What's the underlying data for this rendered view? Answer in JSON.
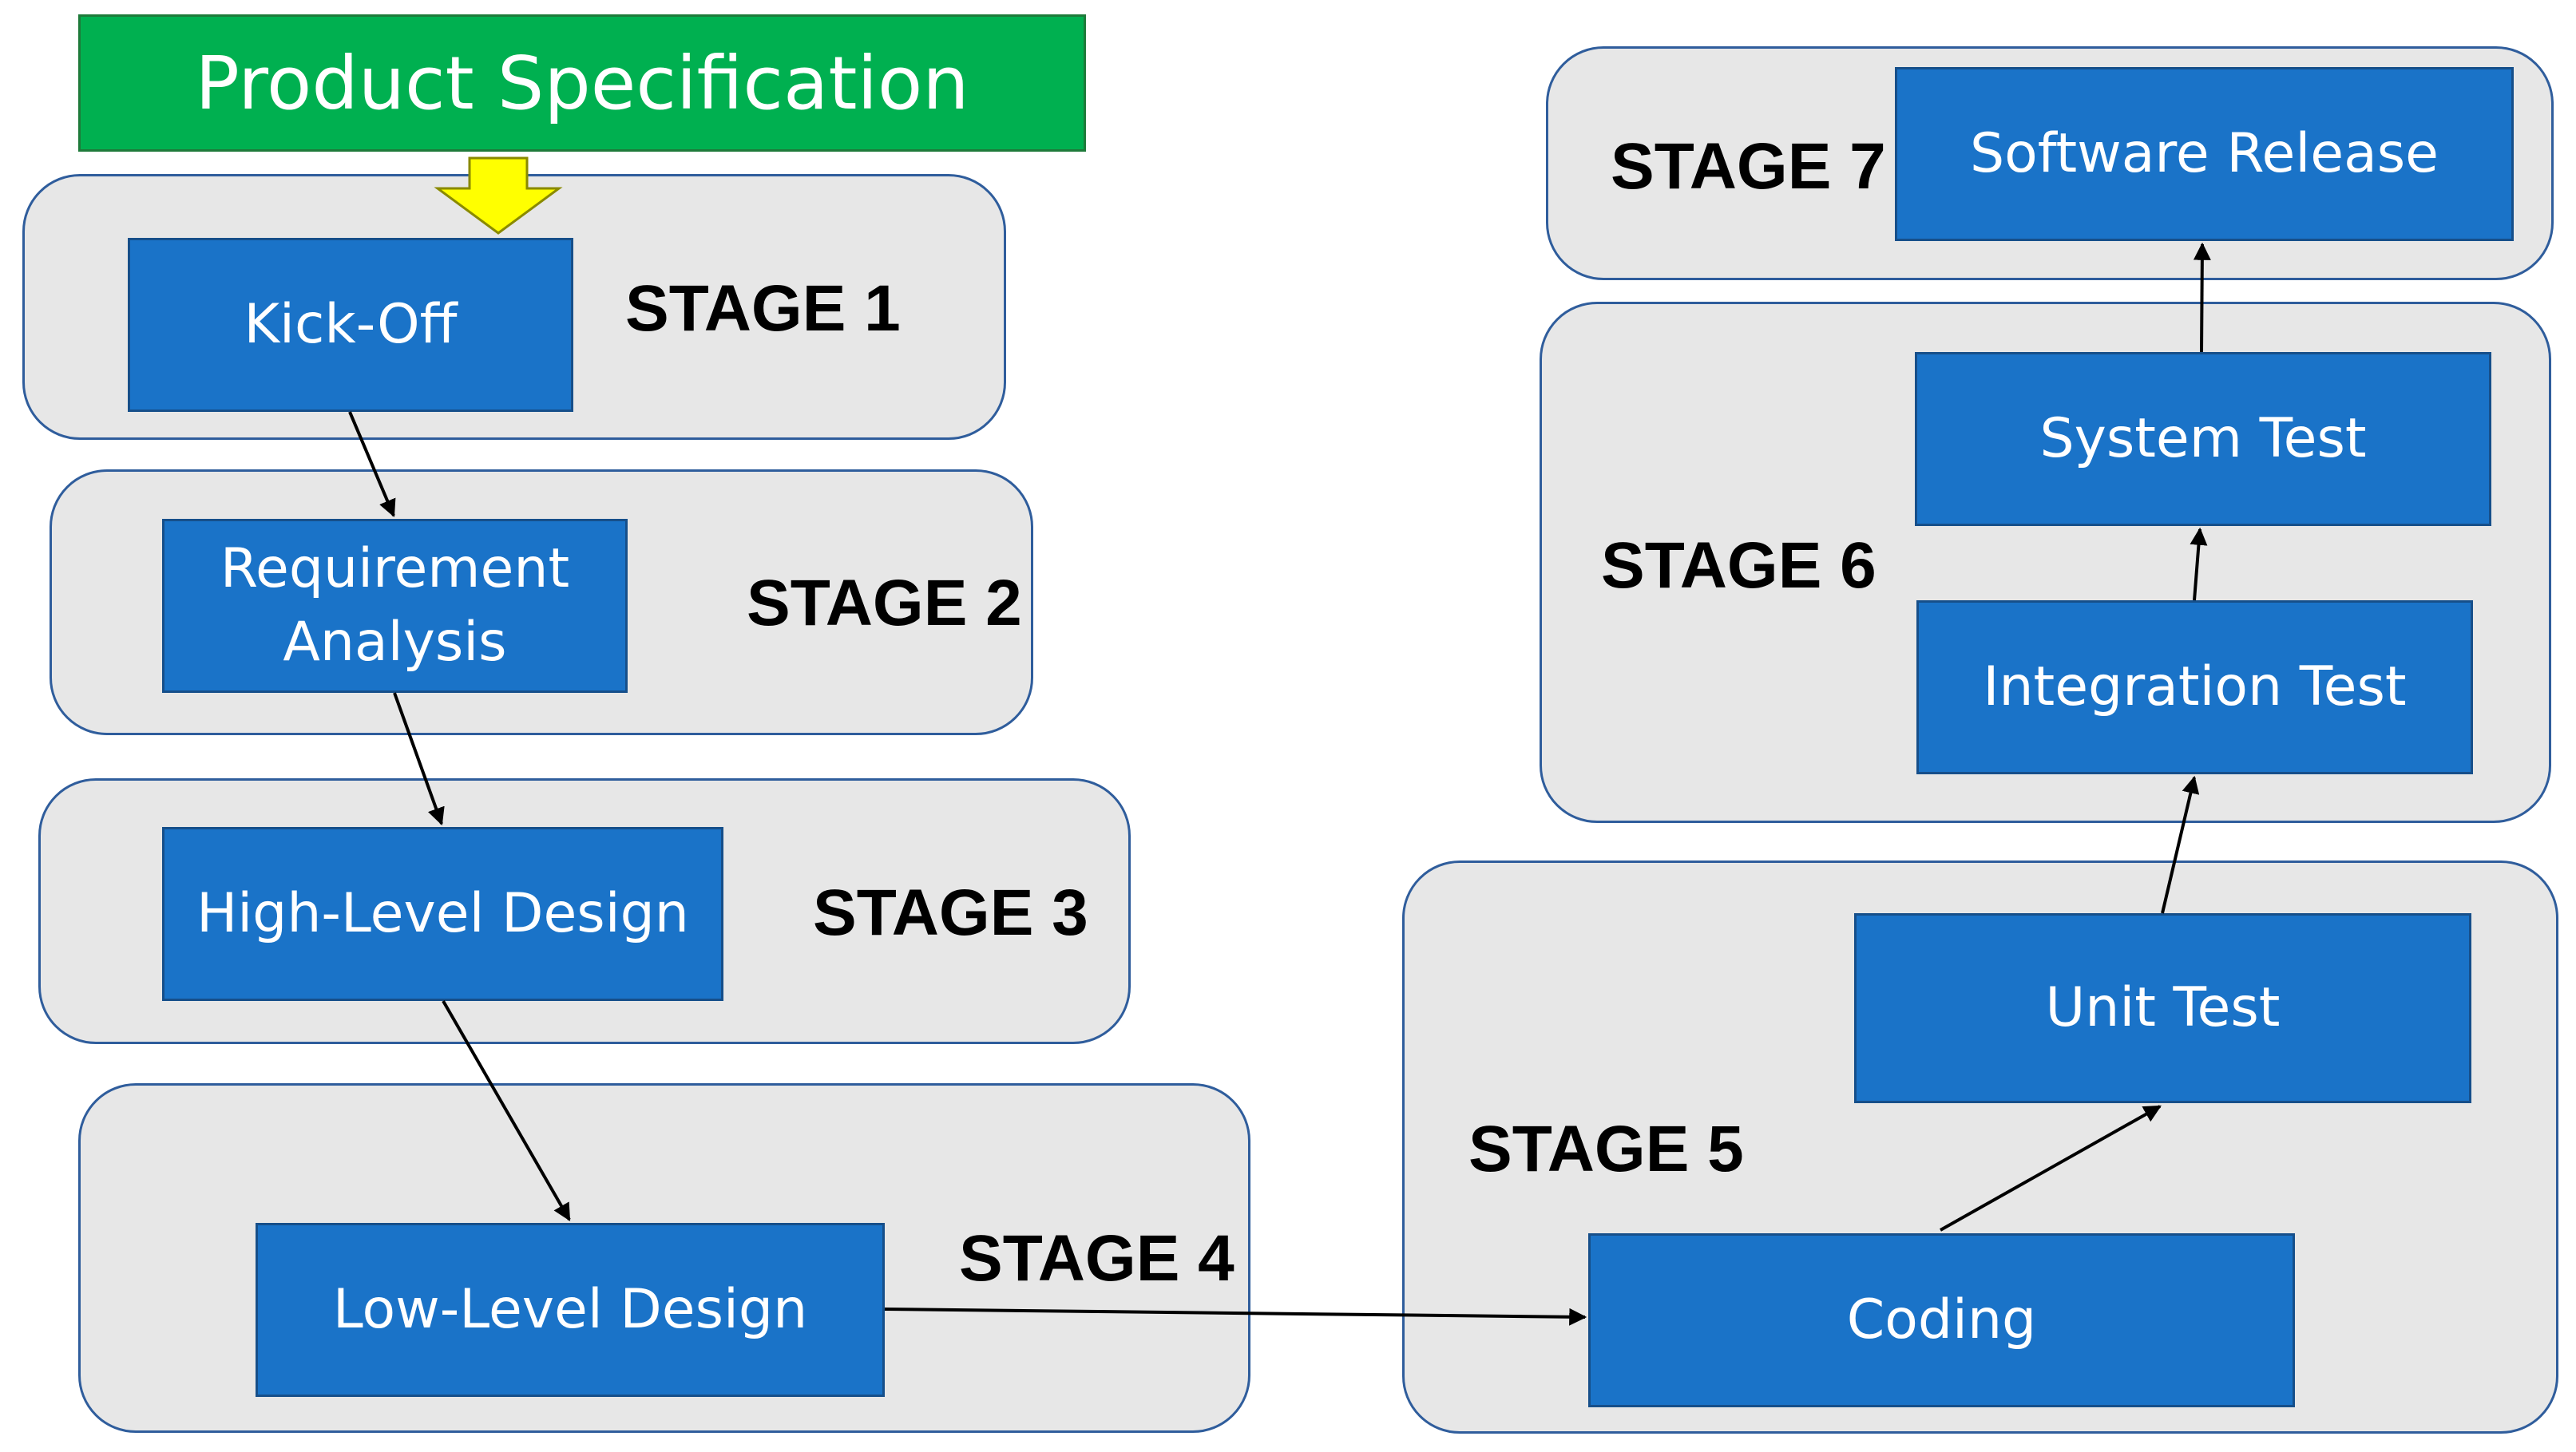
{
  "colors": {
    "spec_fill": "#00b050",
    "step_fill": "#1a73c8",
    "group_fill": "#e7e7e7",
    "group_border": "#2f5d9c",
    "input_arrow": "#ffff00"
  },
  "spec": {
    "label": "Product Specification"
  },
  "stages": [
    {
      "id": 1,
      "label": "STAGE 1",
      "steps": [
        "Kick-Off"
      ]
    },
    {
      "id": 2,
      "label": "STAGE 2",
      "steps": [
        "Requirement\nAnalysis"
      ]
    },
    {
      "id": 3,
      "label": "STAGE 3",
      "steps": [
        "High-Level Design"
      ]
    },
    {
      "id": 4,
      "label": "STAGE 4",
      "steps": [
        "Low-Level Design"
      ]
    },
    {
      "id": 5,
      "label": "STAGE 5",
      "steps": [
        "Coding",
        "Unit Test"
      ]
    },
    {
      "id": 6,
      "label": "STAGE 6",
      "steps": [
        "Integration Test",
        "System Test"
      ]
    },
    {
      "id": 7,
      "label": "STAGE 7",
      "steps": [
        "Software Release"
      ]
    }
  ],
  "flow": [
    "Product Specification",
    "Kick-Off",
    "Requirement Analysis",
    "High-Level Design",
    "Low-Level Design",
    "Coding",
    "Unit Test",
    "Integration Test",
    "System Test",
    "Software Release"
  ]
}
